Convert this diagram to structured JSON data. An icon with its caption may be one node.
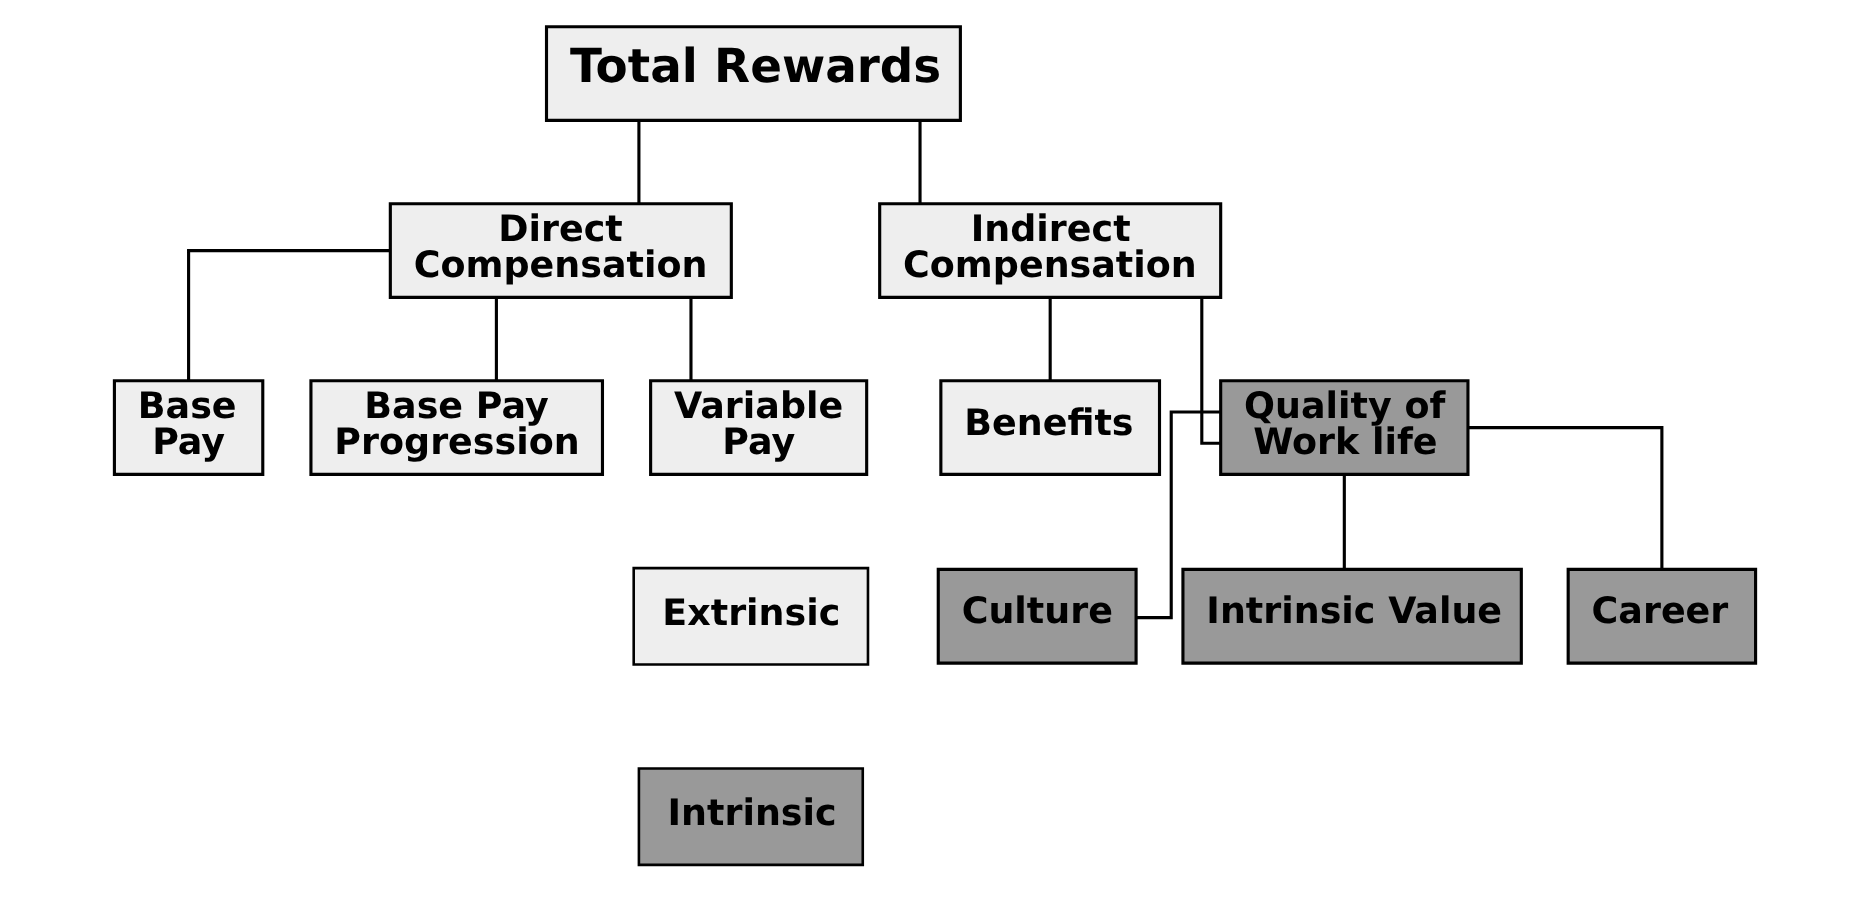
{
  "diagram": {
    "nodes": [
      {
        "text": [
          "Total Rewards"
        ]
      },
      {
        "text": [
          "Direct Compensation"
        ]
      },
      {
        "text": [
          "Indirect Compensation"
        ]
      },
      {
        "text": [
          "Base Pay"
        ]
      },
      {
        "text": [
          "Base Pay Progression"
        ]
      },
      {
        "text": [
          "Variable Pay"
        ]
      },
      {
        "text": [
          "Benefits"
        ]
      },
      {
        "text": [
          "Quality of Work life"
        ]
      },
      {
        "text": [
          "Culture"
        ]
      },
      {
        "text": [
          "Intrinsic Value"
        ]
      },
      {
        "text": [
          "Career"
        ]
      }
    ],
    "edges": [
      {
        "from": 0,
        "to": 1,
        "arrow": "none"
      },
      {
        "from": 0,
        "to": 2,
        "arrow": "none"
      },
      {
        "from": 1,
        "to": 3,
        "arrow": "none"
      },
      {
        "from": 1,
        "to": 4,
        "arrow": "none"
      },
      {
        "from": 1,
        "to": 5,
        "arrow": "none"
      },
      {
        "from": 2,
        "to": 6,
        "arrow": "none"
      },
      {
        "from": 2,
        "to": 7,
        "arrow": "none"
      },
      {
        "from": 7,
        "to": 8,
        "arrow": "none"
      },
      {
        "from": 7,
        "to": 9,
        "arrow": "none"
      },
      {
        "from": 7,
        "to": 10,
        "arrow": "none"
      }
    ],
    "legend": [
      {
        "text": "Extrinsic",
        "color": "#eeeeee"
      },
      {
        "text": "Intrinsic",
        "color": "#999999"
      }
    ]
  }
}
